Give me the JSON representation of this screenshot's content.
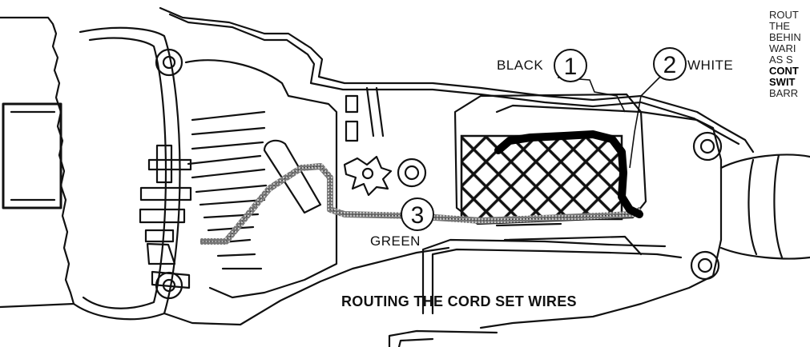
{
  "diagram": {
    "caption": "ROUTING THE CORD SET WIRES",
    "wires": [
      {
        "number": "1",
        "color_name": "BLACK"
      },
      {
        "number": "2",
        "color_name": "WHITE"
      },
      {
        "number": "3",
        "color_name": "GREEN"
      }
    ],
    "side_note_lines": [
      "ROUT",
      "THE",
      "BEHIN",
      "WARI",
      "AS S",
      "CONT",
      "SWIT",
      "BARR"
    ]
  },
  "colors": {
    "line": "#111111",
    "background": "#ffffff",
    "wire_black": "#000000"
  }
}
